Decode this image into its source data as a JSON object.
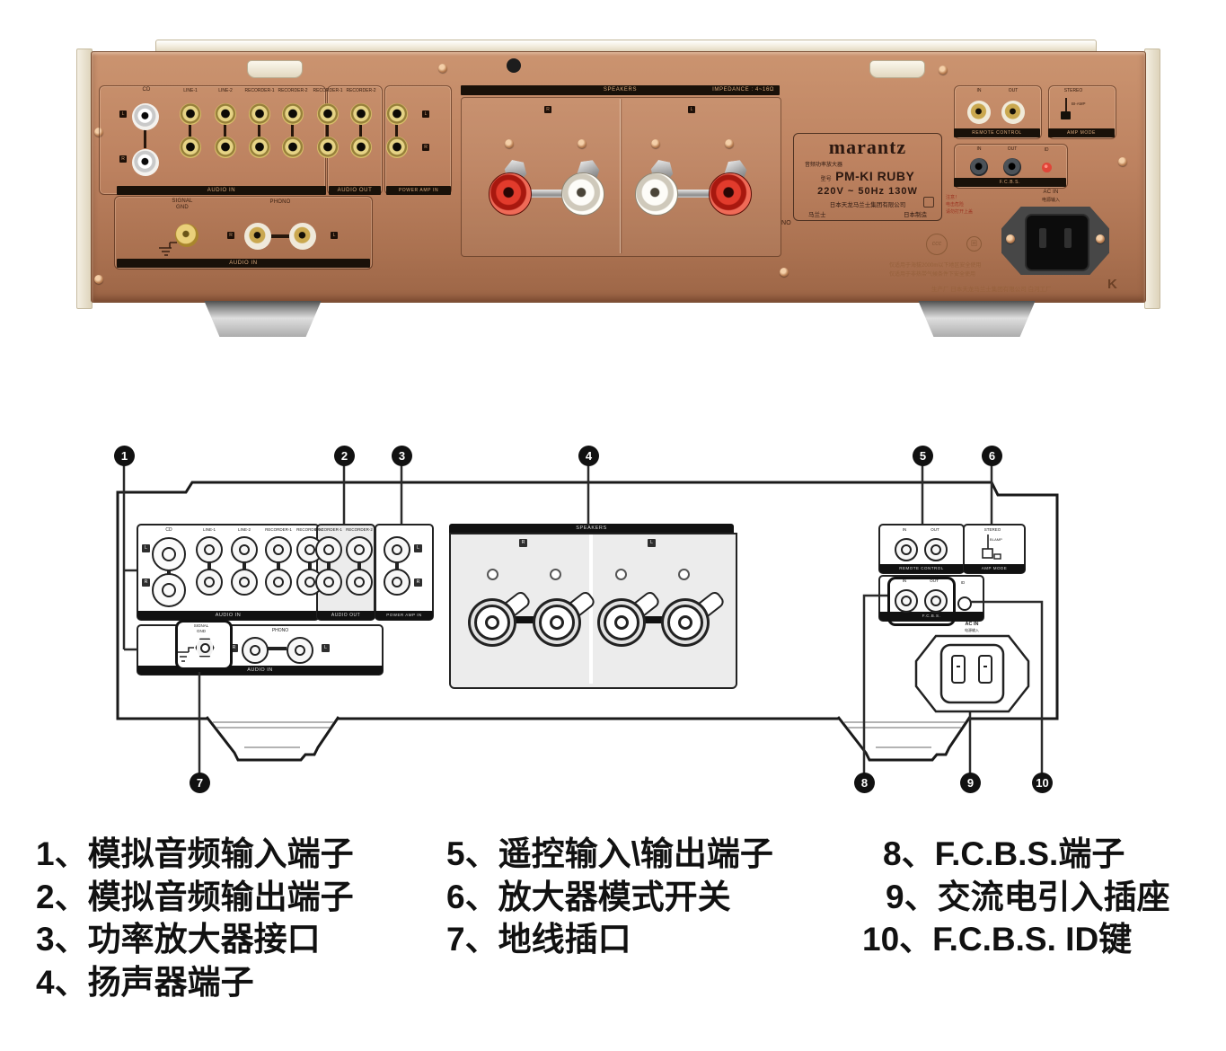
{
  "photo": {
    "audio_in": {
      "bar": "AUDIO IN",
      "jacks": [
        "CD",
        "LINE-1",
        "LINE-2",
        "RECORDER-1",
        "RECORDER-2"
      ],
      "ch_top": "L",
      "ch_bottom": "R"
    },
    "audio_out": {
      "bar": "AUDIO OUT",
      "jacks": [
        "RECORDER-1",
        "RECORDER-2"
      ]
    },
    "power_amp": {
      "bar": "POWER AMP IN",
      "ch_top": "L",
      "ch_bottom": "R"
    },
    "phono": {
      "label": "PHONO",
      "bar": "AUDIO IN",
      "gnd_line1": "SIGNAL",
      "gnd_line2": "GND",
      "ch_left": "R",
      "ch_right": "L"
    },
    "speakers": {
      "bar": "SPEAKERS",
      "impedance": "IMPEDANCE : 4~16Ω",
      "ch_right": "R",
      "ch_left": "L"
    },
    "nameplate": {
      "brand": "marantz",
      "line1": "音频功率放大器",
      "model_label": "型号",
      "model": "PM-KI RUBY",
      "power": "220V ~ 50Hz 130W",
      "company": "日本天龙马兰士集团有限公司",
      "origin_left": "马兰士",
      "origin_right": "日本制造"
    },
    "serial": "NO",
    "caution": {
      "l1": "注意！",
      "l2": "电击危险",
      "l3": "请勿打开上盖"
    },
    "compliance": {
      "l1": "仅适用于海拔2000m以下地区安全使用",
      "l2": "仅适用于非热带气候条件下安全使用"
    },
    "factory": "生产厂  日本天龙马兰士集团有限公司  白河工厂",
    "factory_k": "K",
    "remote": {
      "bar": "REMOTE CONTROL",
      "in": "IN",
      "out": "OUT"
    },
    "amp_mode": {
      "bar": "AMP MODE",
      "stereo": "STEREO",
      "biamp": "BI-AMP"
    },
    "fcbs": {
      "bar": "F.C.B.S.",
      "in": "IN",
      "out": "OUT",
      "id": "ID"
    },
    "ac_in": {
      "l1": "AC IN",
      "l2": "电源输入"
    }
  },
  "diagram": {
    "callouts": [
      "1",
      "2",
      "3",
      "4",
      "5",
      "6",
      "7",
      "8",
      "9",
      "10"
    ]
  },
  "legend": {
    "items": [
      "1、模拟音频输入端子",
      "2、模拟音频输出端子",
      "3、功率放大器接口",
      "4、扬声器端子",
      "5、遥控输入\\输出端子",
      "6、放大器模式开关",
      "7、地线插口",
      "8、F.C.B.S.端子",
      "9、交流电引入插座",
      "10、F.C.B.S. ID键"
    ]
  }
}
